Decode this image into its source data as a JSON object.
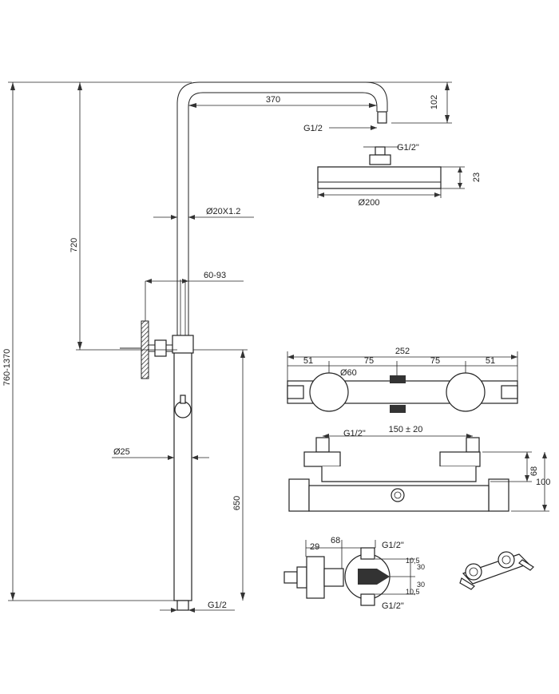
{
  "dimensions": {
    "total_height": "760-1370",
    "upper_height": "720",
    "arm_length": "370",
    "arm_drop": "102",
    "arm_outlet_thread": "G1/2",
    "head_inlet_thread": "G1/2\"",
    "head_thickness": "23",
    "head_diameter": "Ø200",
    "pipe_upper": "Ø20X1.2",
    "bracket_range": "60-93",
    "pipe_lower": "Ø25",
    "lower_height": "650",
    "bottom_thread": "G1/2"
  },
  "top_view": {
    "overall_width": "252",
    "seg_left": "51",
    "seg_mid_left": "75",
    "seg_mid_right": "75",
    "seg_right": "51",
    "knob_diameter": "Ø60"
  },
  "front_view": {
    "inlet_thread": "G1/2\"",
    "centers": "150 ± 20",
    "height_inner": "68",
    "height_outer": "100"
  },
  "side_view": {
    "offset_small": "29",
    "offset_large": "68",
    "upper_thread": "G1/2\"",
    "lower_thread": "G1/2\"",
    "v_upper_a": "10,5",
    "v_upper_b": "30",
    "v_lower_a": "30",
    "v_lower_b": "10,5"
  }
}
